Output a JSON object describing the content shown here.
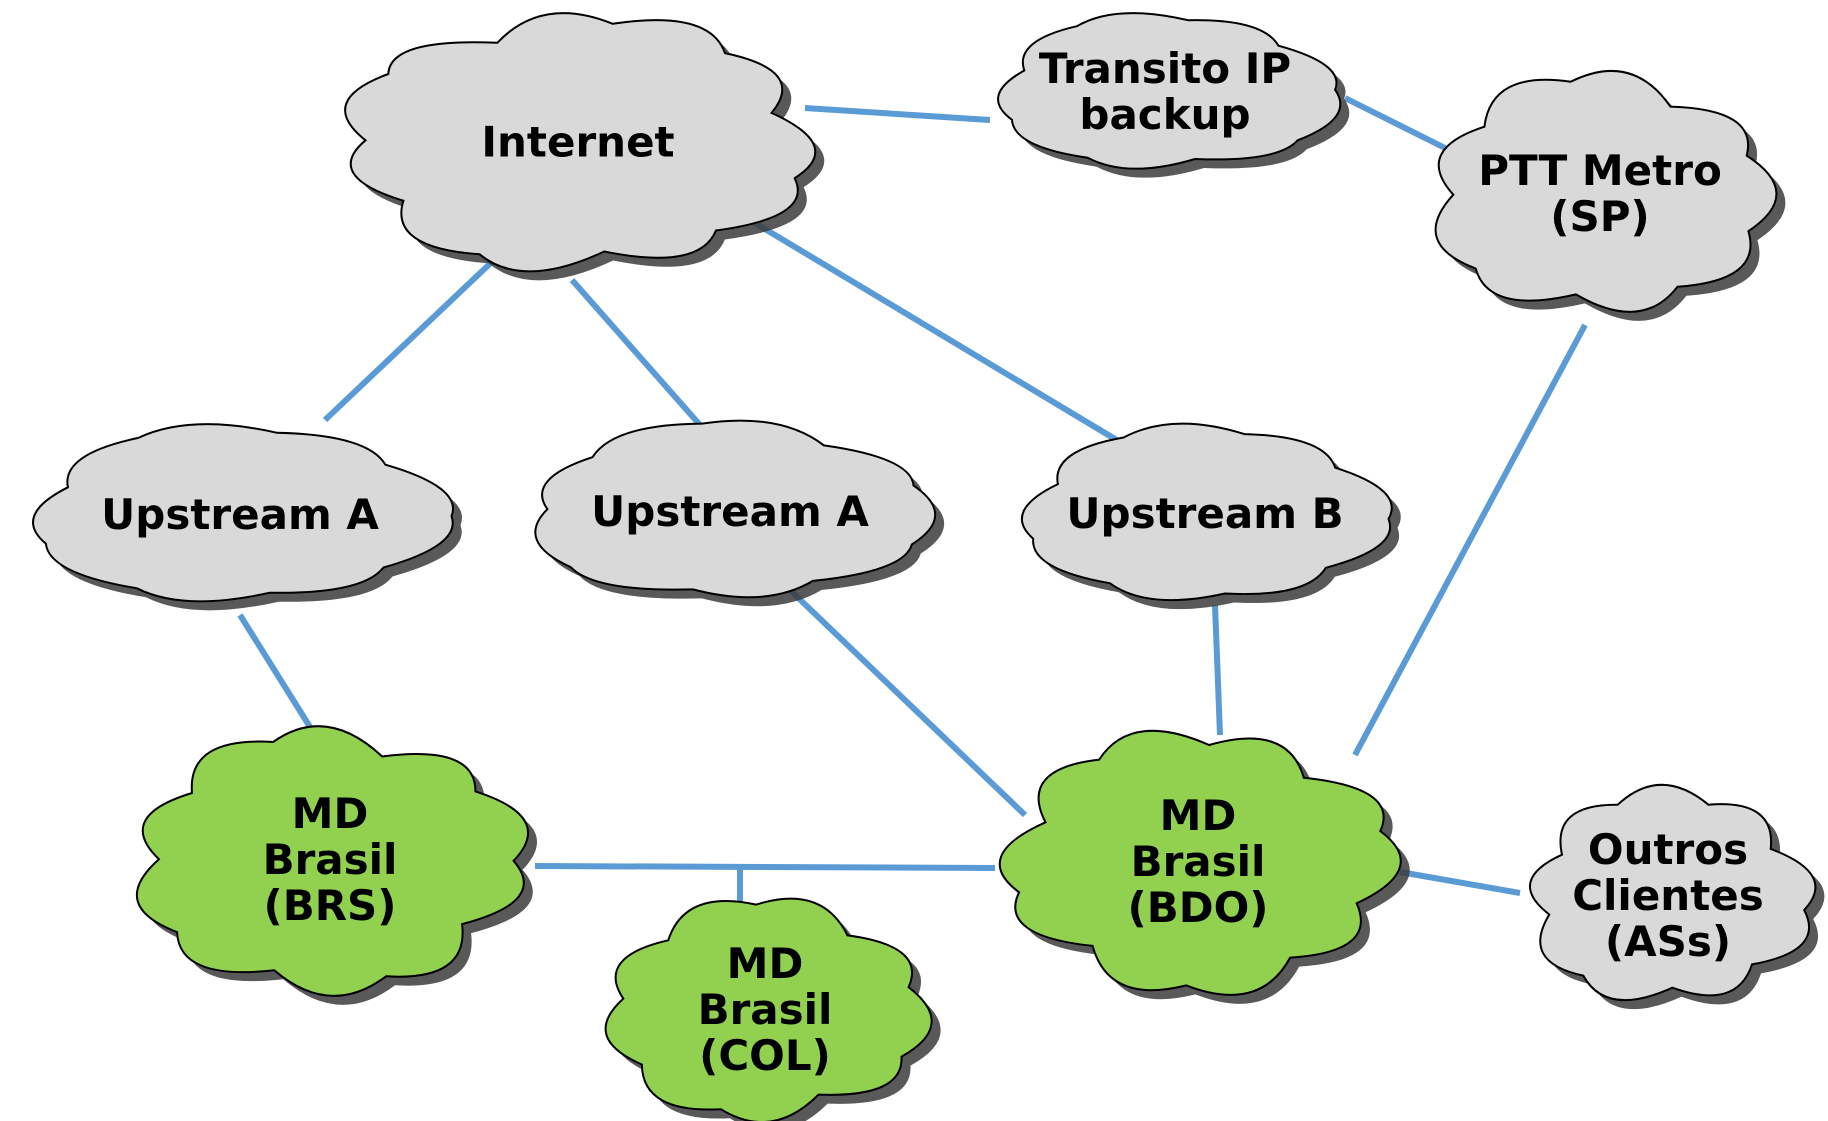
{
  "colors": {
    "link": "#5b9bd5",
    "cloud_gray": "#d9d9d9",
    "cloud_green": "#92d050",
    "outline": "#000000",
    "shadow": "#3c3c3c"
  },
  "nodes": [
    {
      "id": "internet",
      "style": "gray",
      "lines": [
        "Internet"
      ]
    },
    {
      "id": "transito",
      "style": "gray",
      "lines": [
        "Transito IP",
        "backup"
      ]
    },
    {
      "id": "ptt",
      "style": "gray",
      "lines": [
        "PTT Metro",
        "(SP)"
      ]
    },
    {
      "id": "upstream-a-1",
      "style": "gray",
      "lines": [
        "Upstream A"
      ]
    },
    {
      "id": "upstream-a-2",
      "style": "gray",
      "lines": [
        "Upstream A"
      ]
    },
    {
      "id": "upstream-b",
      "style": "gray",
      "lines": [
        "Upstream B"
      ]
    },
    {
      "id": "md-brs",
      "style": "green",
      "lines": [
        "MD",
        "Brasil",
        "(BRS)"
      ]
    },
    {
      "id": "md-bdo",
      "style": "green",
      "lines": [
        "MD",
        "Brasil",
        "(BDO)"
      ]
    },
    {
      "id": "md-col",
      "style": "green",
      "lines": [
        "MD",
        "Brasil",
        "(COL)"
      ]
    },
    {
      "id": "outros",
      "style": "gray",
      "lines": [
        "Outros",
        "Clientes",
        "(ASs)"
      ]
    }
  ],
  "links": [
    {
      "from": "internet",
      "to": "transito"
    },
    {
      "from": "transito",
      "to": "ptt"
    },
    {
      "from": "internet",
      "to": "upstream-a-1"
    },
    {
      "from": "internet",
      "to": "upstream-a-2"
    },
    {
      "from": "internet",
      "to": "upstream-b"
    },
    {
      "from": "ptt",
      "to": "md-bdo"
    },
    {
      "from": "upstream-a-1",
      "to": "md-brs"
    },
    {
      "from": "upstream-a-2",
      "to": "md-bdo"
    },
    {
      "from": "upstream-b",
      "to": "md-bdo"
    },
    {
      "from": "md-brs",
      "to": "md-bdo"
    },
    {
      "from": "md-brs",
      "to": "md-col"
    },
    {
      "from": "md-bdo",
      "to": "outros"
    }
  ]
}
